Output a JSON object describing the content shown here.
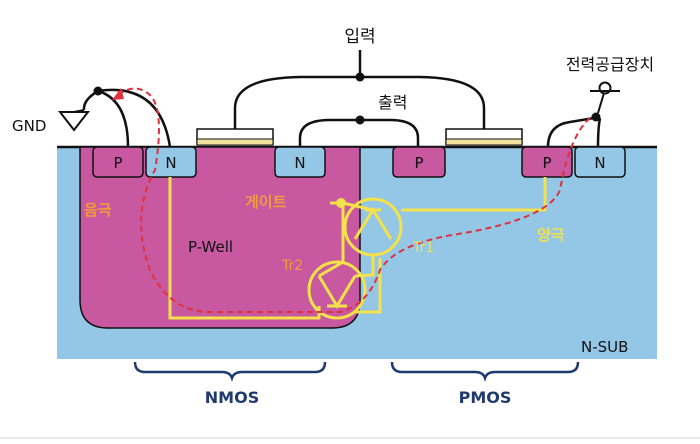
{
  "labels": {
    "input": "입력",
    "output": "출력",
    "power": "전력공급장치",
    "gnd": "GND",
    "gate": "게이트",
    "cathode": "음극",
    "anode": "양극",
    "pwell": "P-Well",
    "tr1": "Tr1",
    "tr2": "Tr2",
    "nsub": "N-SUB",
    "nmos": "NMOS",
    "pmos": "PMOS"
  },
  "regions": {
    "nmos_left_p": "P",
    "nmos_left_n": "N",
    "nmos_right_n": "N",
    "pmos_left_p": "P",
    "pmos_right_p": "P",
    "pmos_right_n": "N"
  },
  "colors": {
    "substrate": "#94c6e6",
    "pwell": "#c8589f",
    "diffusion": "#c8589f",
    "gate_oxide": "#f2e2a0",
    "parasitic": "#f5e14a",
    "current_path": "#e0323e",
    "brace": "#1f3a6e",
    "label_orange": "#f39b3a",
    "label_yellow": "#f3e14a",
    "wire": "#111111"
  }
}
